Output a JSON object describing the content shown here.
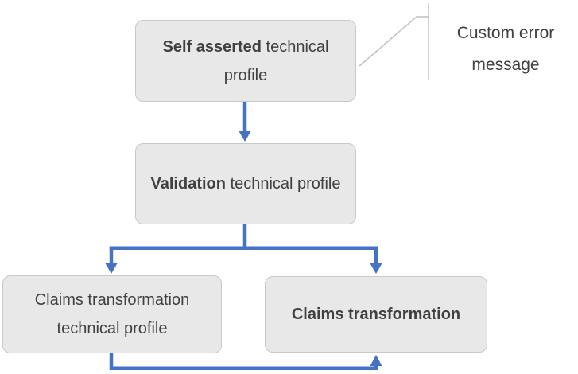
{
  "colors": {
    "arrow": "#4472C4",
    "box_fill": "#E8E8E8",
    "box_border": "#C8C8C8",
    "callout_line": "#C0C0C0",
    "text": "#404040"
  },
  "nodes": {
    "self_asserted": {
      "bold": "Self asserted",
      "regular": " technical profile"
    },
    "validation": {
      "bold": "Validation",
      "regular": " technical profile"
    },
    "claims_tp": {
      "bold": "",
      "regular": "Claims transformation technical profile"
    },
    "claims_tr": {
      "bold": "Claims transformation",
      "regular": ""
    }
  },
  "callout": {
    "label": "Custom error message"
  }
}
